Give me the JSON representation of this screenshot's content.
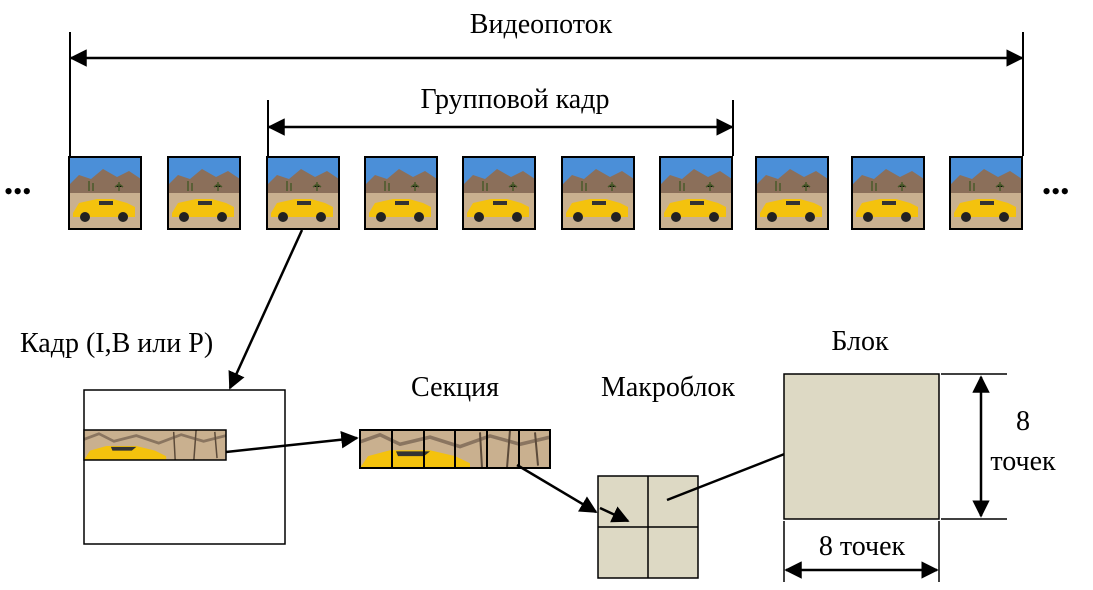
{
  "labels": {
    "video_stream": "Видеопоток",
    "gop": "Групповой кадр",
    "frame": "Кадр (I,B или P)",
    "slice": "Секция",
    "macroblock": "Макроблок",
    "block": "Блок",
    "height_num": "8",
    "height_unit": "точек",
    "width": "8 точек",
    "ellipsis_left": "•••",
    "ellipsis_right": "•••"
  },
  "frames": {
    "count": 10,
    "selected_index": 2
  },
  "slice_cells": 6,
  "colors": {
    "line": "#000000",
    "block_fill": "#ddd9c4",
    "sky": "#4b8fd8",
    "mountain": "#8b6f5a",
    "ground": "#c9b08f",
    "car": "#f4c20d"
  }
}
